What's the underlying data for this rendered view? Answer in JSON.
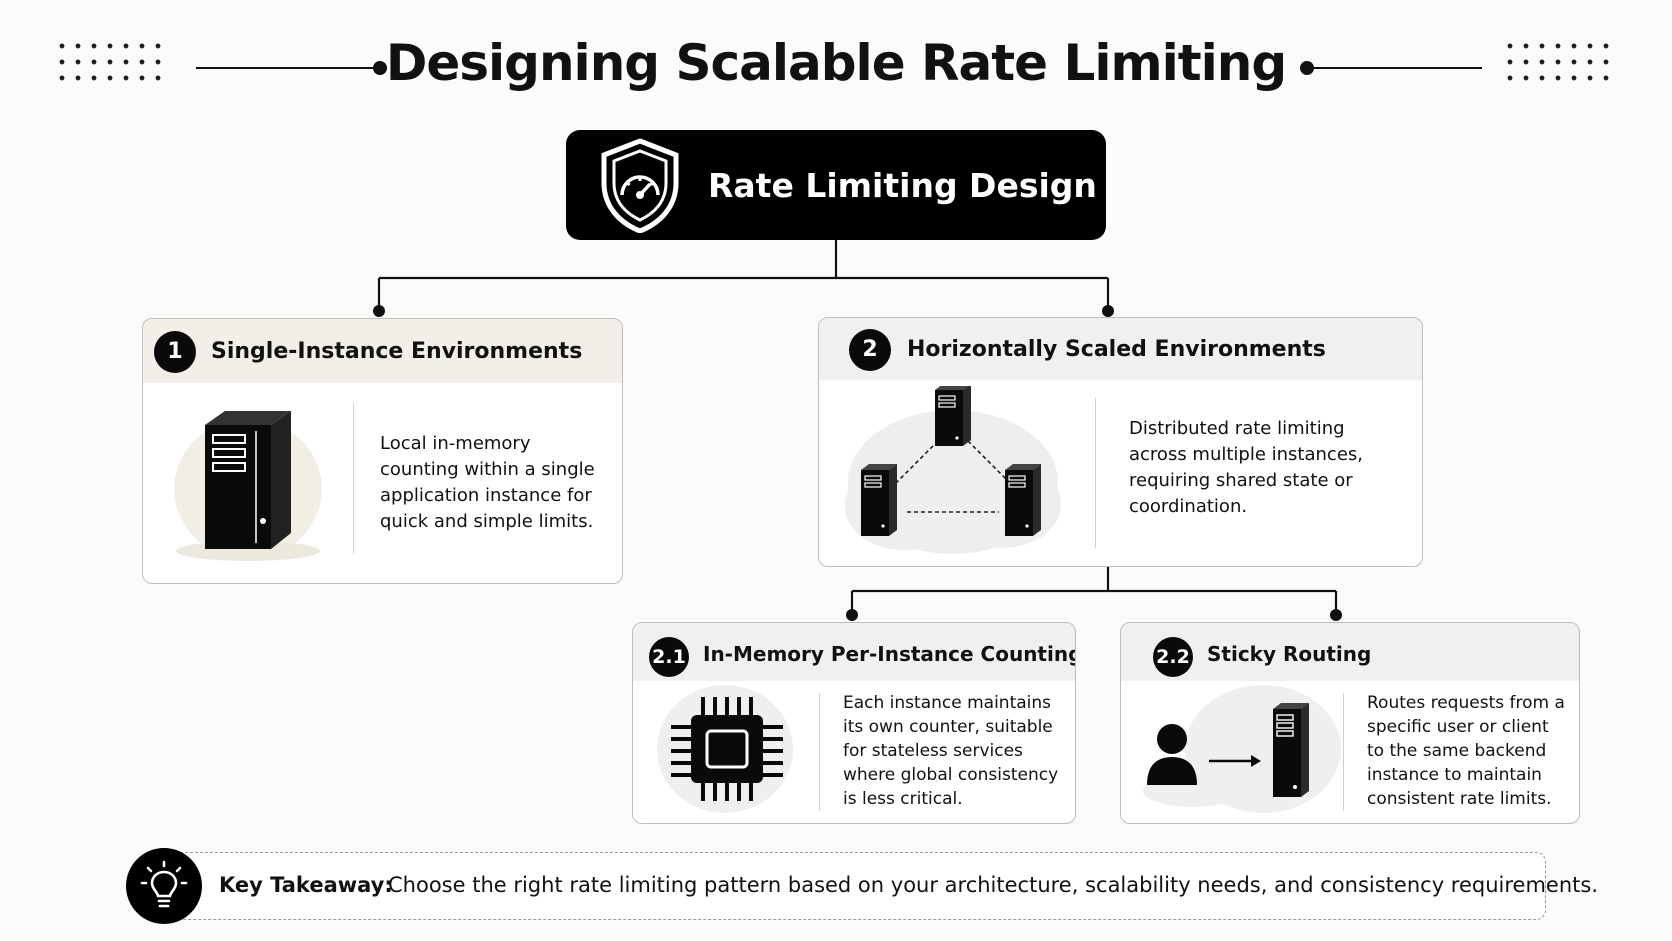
{
  "header": {
    "title": "Designing Scalable Rate Limiting"
  },
  "root": {
    "label": "Rate Limiting Design",
    "icon": "shield-gauge-icon"
  },
  "nodes": {
    "single": {
      "badge": "1",
      "title": "Single-Instance Environments",
      "text": "Local in-memory counting within a single application instance for quick and simple limits.",
      "icon": "server-tower-icon",
      "header_color": "#f2efe8"
    },
    "horizontal": {
      "badge": "2",
      "title": "Horizontally Scaled Environments",
      "text": "Distributed rate limiting across multiple instances, requiring shared state or coordination.",
      "icon": "server-cluster-icon",
      "header_color": "#f0f0f0"
    },
    "in_memory": {
      "badge": "2.1",
      "title": "In-Memory Per-Instance Counting",
      "text": "Each instance maintains its own counter, suitable for stateless services where global consistency is less critical.",
      "icon": "cpu-chip-icon"
    },
    "sticky": {
      "badge": "2.2",
      "title": "Sticky Routing",
      "text": "Routes requests from a specific user or client to the same backend instance to maintain consistent rate limits.",
      "icon": "user-to-server-icon"
    }
  },
  "takeaway": {
    "label": "Key Takeaway:",
    "text": "Choose the right rate limiting pattern based on your architecture, scalability needs, and consistency requirements.",
    "icon": "lightbulb-icon"
  }
}
